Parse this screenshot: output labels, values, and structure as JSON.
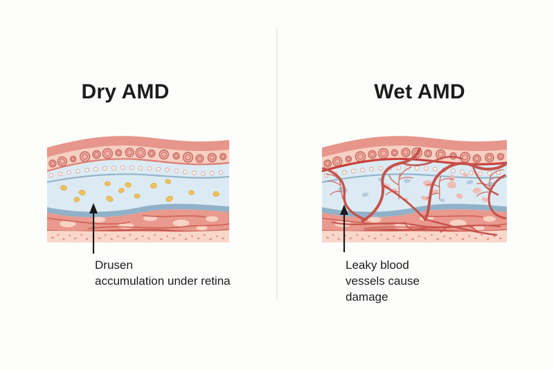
{
  "left_panel": {
    "title": "Dry AMD",
    "label_lines": [
      "Drusen",
      "accumulation under retina"
    ]
  },
  "right_panel": {
    "title": "Wet AMD",
    "label_lines": [
      "Leaky blood",
      "vessels cause",
      "damage"
    ]
  },
  "colors": {
    "bg": "#fdfdfc",
    "divider": "#ececea",
    "text": "#1c1c1e",
    "arrow": "#1a1a1a",
    "band-top": "#e6968a",
    "band-cell": "#f7cfc3",
    "cell-fill": "#f2b4a8",
    "cell-stroke": "#c3665c",
    "sep-line": "#dc8276",
    "band-blue": "#dcebf3",
    "small-cell-fill": "#fdf7f3",
    "small-cell-stroke": "#d8a79e",
    "thin-blue": "#93b5cd",
    "drusen-fill": "#eec35e",
    "drusen-stroke": "#dca43f",
    "membrane": "#91b1c9",
    "band-choroid": "#e9998d",
    "choroid-oval": "#f8d2c3",
    "choroid-streak": "#cf6054",
    "dark-red-line": "#ca564e",
    "band-sclera": "#f9d7ca",
    "speckle": "#e08577",
    "vessel": "#c4524c",
    "vessel-thin": "#cd6a62",
    "wet-line": "#c8423c",
    "leak-pink": "#f2b3aa",
    "leak-blue": "#a9c5d8"
  }
}
